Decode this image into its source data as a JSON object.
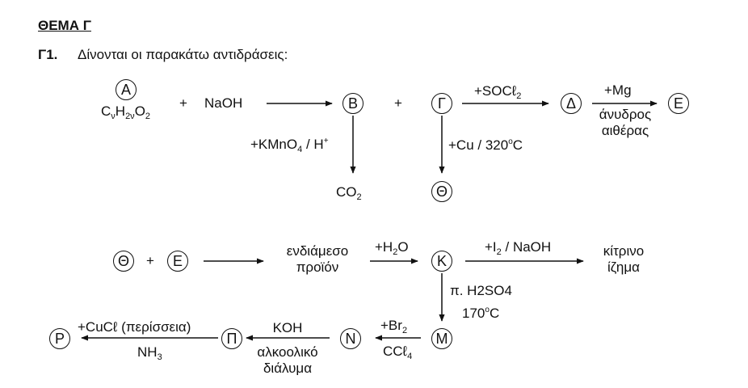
{
  "header": {
    "title": "ΘΕΜΑ Γ",
    "question_number": "Γ1.",
    "question_text": "Δίνονται οι παρακάτω αντιδράσεις:"
  },
  "compounds": {
    "A": "A",
    "B": "B",
    "G": "Γ",
    "D": "Δ",
    "E": "E",
    "TH": "Θ",
    "E2": "E",
    "TH2": "Θ",
    "K": "K",
    "M": "M",
    "N": "N",
    "P": "Π",
    "R": "P"
  },
  "labels": {
    "plus1": "+",
    "naoh": "NaOH",
    "plus2": "+",
    "socl2_prefix": "+SOCℓ",
    "socl2_sub": "2",
    "mg": "+Mg",
    "anhydrous_1": "άνυδρος",
    "anhydrous_2": "αιθέρας",
    "kmno4_prefix": "+KMnO",
    "kmno4_sub": "4",
    "kmno4_mid": " / H",
    "kmno4_sup": "+",
    "cu": "+Cu / 320",
    "cu_deg": "o",
    "cu_c": "C",
    "co2": "CO",
    "co2_sub": "2",
    "plus3": "+",
    "intermediate_1": "ενδιάμεσο",
    "intermediate_2": "προϊόν",
    "h2o_pre": "+H",
    "h2o_sub": "2",
    "h2o_post": "O",
    "i2_pre": "+I",
    "i2_sub": "2",
    "i2_post": " / NaOH",
    "yellow_1": "κίτρινο",
    "yellow_2": "ίζημα",
    "h2so4": "π. H",
    "h2so4_sub": "2",
    "h2so4_post": "SO4",
    "temp170": "170",
    "temp170_deg": "o",
    "temp170_c": "C",
    "br2_pre": "+Br",
    "br2_sub": "2",
    "ccl4_pre": "CCℓ",
    "ccl4_sub": "4",
    "koh": "KOH",
    "alc_1": "αλκοολικό",
    "alc_2": "διάλυμα",
    "cucl": "+CuCℓ (περίσσεια)",
    "nh3": "NH",
    "nh3_sub": "3"
  },
  "formula_A": {
    "c": "C",
    "c_sub": "ν",
    "h": "H",
    "h_sub": "2ν",
    "o": "O",
    "o_sub": "2"
  }
}
